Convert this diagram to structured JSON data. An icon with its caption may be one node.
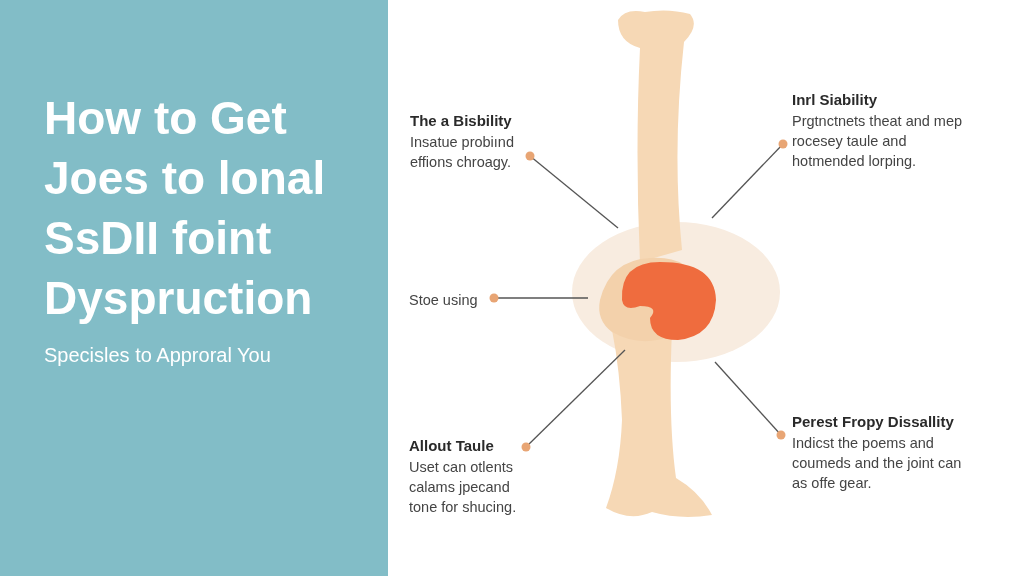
{
  "diagram": {
    "title": "How to Get Joes to lonal SsDII foint Dyspruction",
    "nodes": [
      {
        "text": [
          "The a Bisbility",
          "Insatue probiınd effions chroagy."
        ]
      },
      {
        "text": [
          "Inrl Siability",
          "Prgtnctnets theat and mep rocesey taule and hotmended lorping."
        ]
      },
      {
        "text": [
          "Stoe using"
        ]
      },
      {
        "text": [
          "Allout Taule",
          "Uset can otlents calams jpecand tone for shucing."
        ]
      },
      {
        "text": [
          "Perest Fropy Dissallity",
          "Indicst the poems and coumeds and the joint can as offe gear."
        ]
      }
    ],
    "edges": [
      {
        "from": 0,
        "to": null,
        "arrow": "other"
      },
      {
        "from": 1,
        "to": null,
        "arrow": "other"
      },
      {
        "from": 2,
        "to": null,
        "arrow": "other"
      },
      {
        "from": 3,
        "to": null,
        "arrow": "other"
      },
      {
        "from": 4,
        "to": null,
        "arrow": "other"
      }
    ],
    "labels": [
      "Specisles to Approral You"
    ]
  }
}
